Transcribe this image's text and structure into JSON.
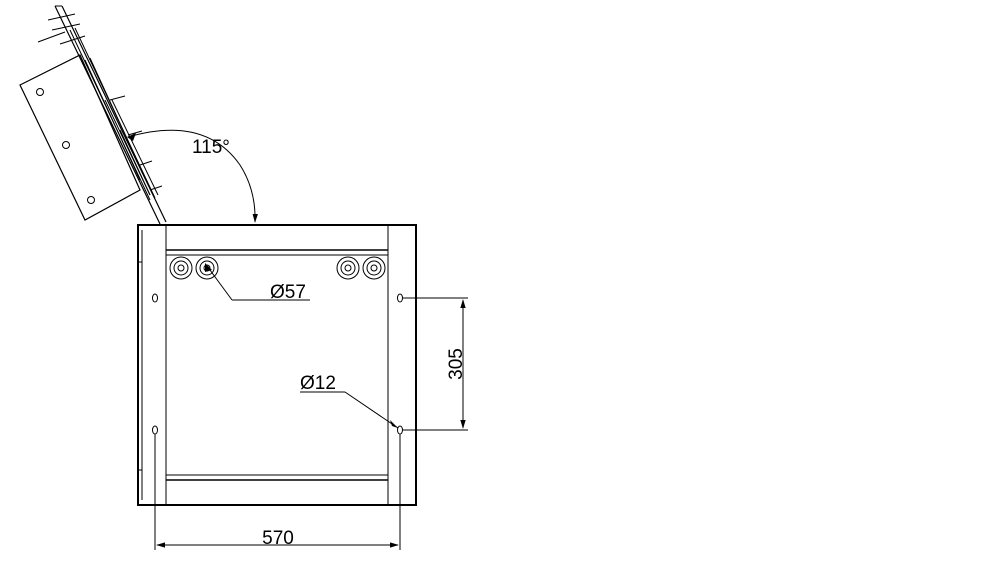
{
  "annotations": {
    "angle": "115°",
    "pipe_diameter": "Ø57",
    "hole_diameter": "Ø12",
    "hole_spacing": "305",
    "hole_span": "570"
  },
  "colors": {
    "background": "#ffffff",
    "line": "#000000"
  }
}
